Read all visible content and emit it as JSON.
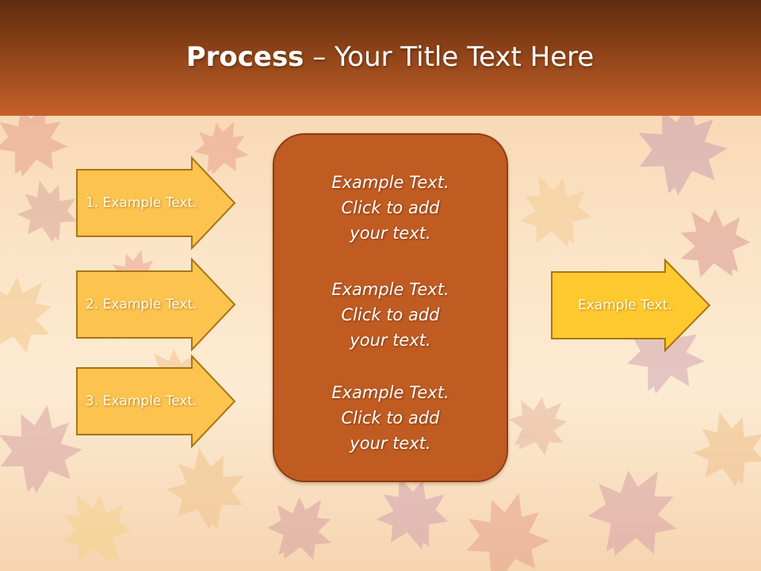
{
  "slide": {
    "title_bold": "Process",
    "title_rest": " – Your Title Text Here"
  },
  "left_arrows": [
    {
      "label": "1. Example Text."
    },
    {
      "label": "2. Example Text."
    },
    {
      "label": "3. Example Text."
    }
  ],
  "center_box": {
    "blocks": [
      {
        "lines": [
          "Example Text.",
          "Click  to add",
          "your text."
        ]
      },
      {
        "lines": [
          "Example Text.",
          "Click  to add",
          "your text."
        ]
      },
      {
        "lines": [
          "Example Text.",
          "Click  to add",
          "your text."
        ]
      }
    ]
  },
  "right_arrow": {
    "label": "Example Text."
  },
  "colors": {
    "header_dark": "#5e2c10",
    "header_light": "#c4612a",
    "arrow_fill": "#fcc34f",
    "arrow_border": "#a87612",
    "right_arrow_fill": "#fec92e",
    "center_fill": "#c05b22",
    "center_border": "#8c3d12"
  }
}
